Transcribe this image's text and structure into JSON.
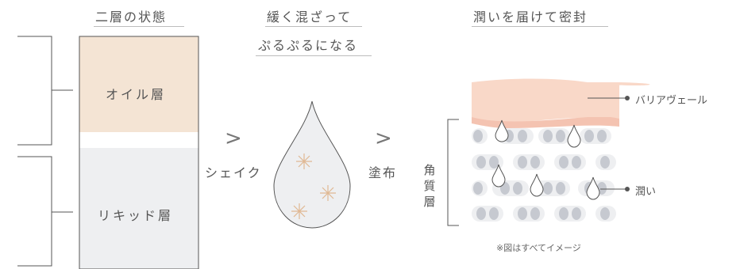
{
  "headings": {
    "two_layer": "二層の状態",
    "mix_line1": "緩く混ざって",
    "mix_line2": "ぷるぷるになる",
    "seal": "潤いを届けて密封"
  },
  "layers": {
    "oil": "オイル層",
    "liquid": "リキッド層"
  },
  "steps": {
    "arrow_glyph": ">",
    "shake": "シェイク",
    "apply": "塗布"
  },
  "skin": {
    "stratum_label": [
      "角",
      "質",
      "層"
    ],
    "barrier_label": "バリアヴェール",
    "moisture_label": "潤い",
    "note": "※図はすべてイメージ"
  },
  "colors": {
    "oil_layer": "#f4e4d4",
    "liquid_layer": "#eeeff1",
    "barrier_band": "#f9d8c8",
    "cell": "#eeeff1",
    "nucleus": "#c6c9d0",
    "line": "#555555",
    "sparkle": "#e8c9a8"
  }
}
